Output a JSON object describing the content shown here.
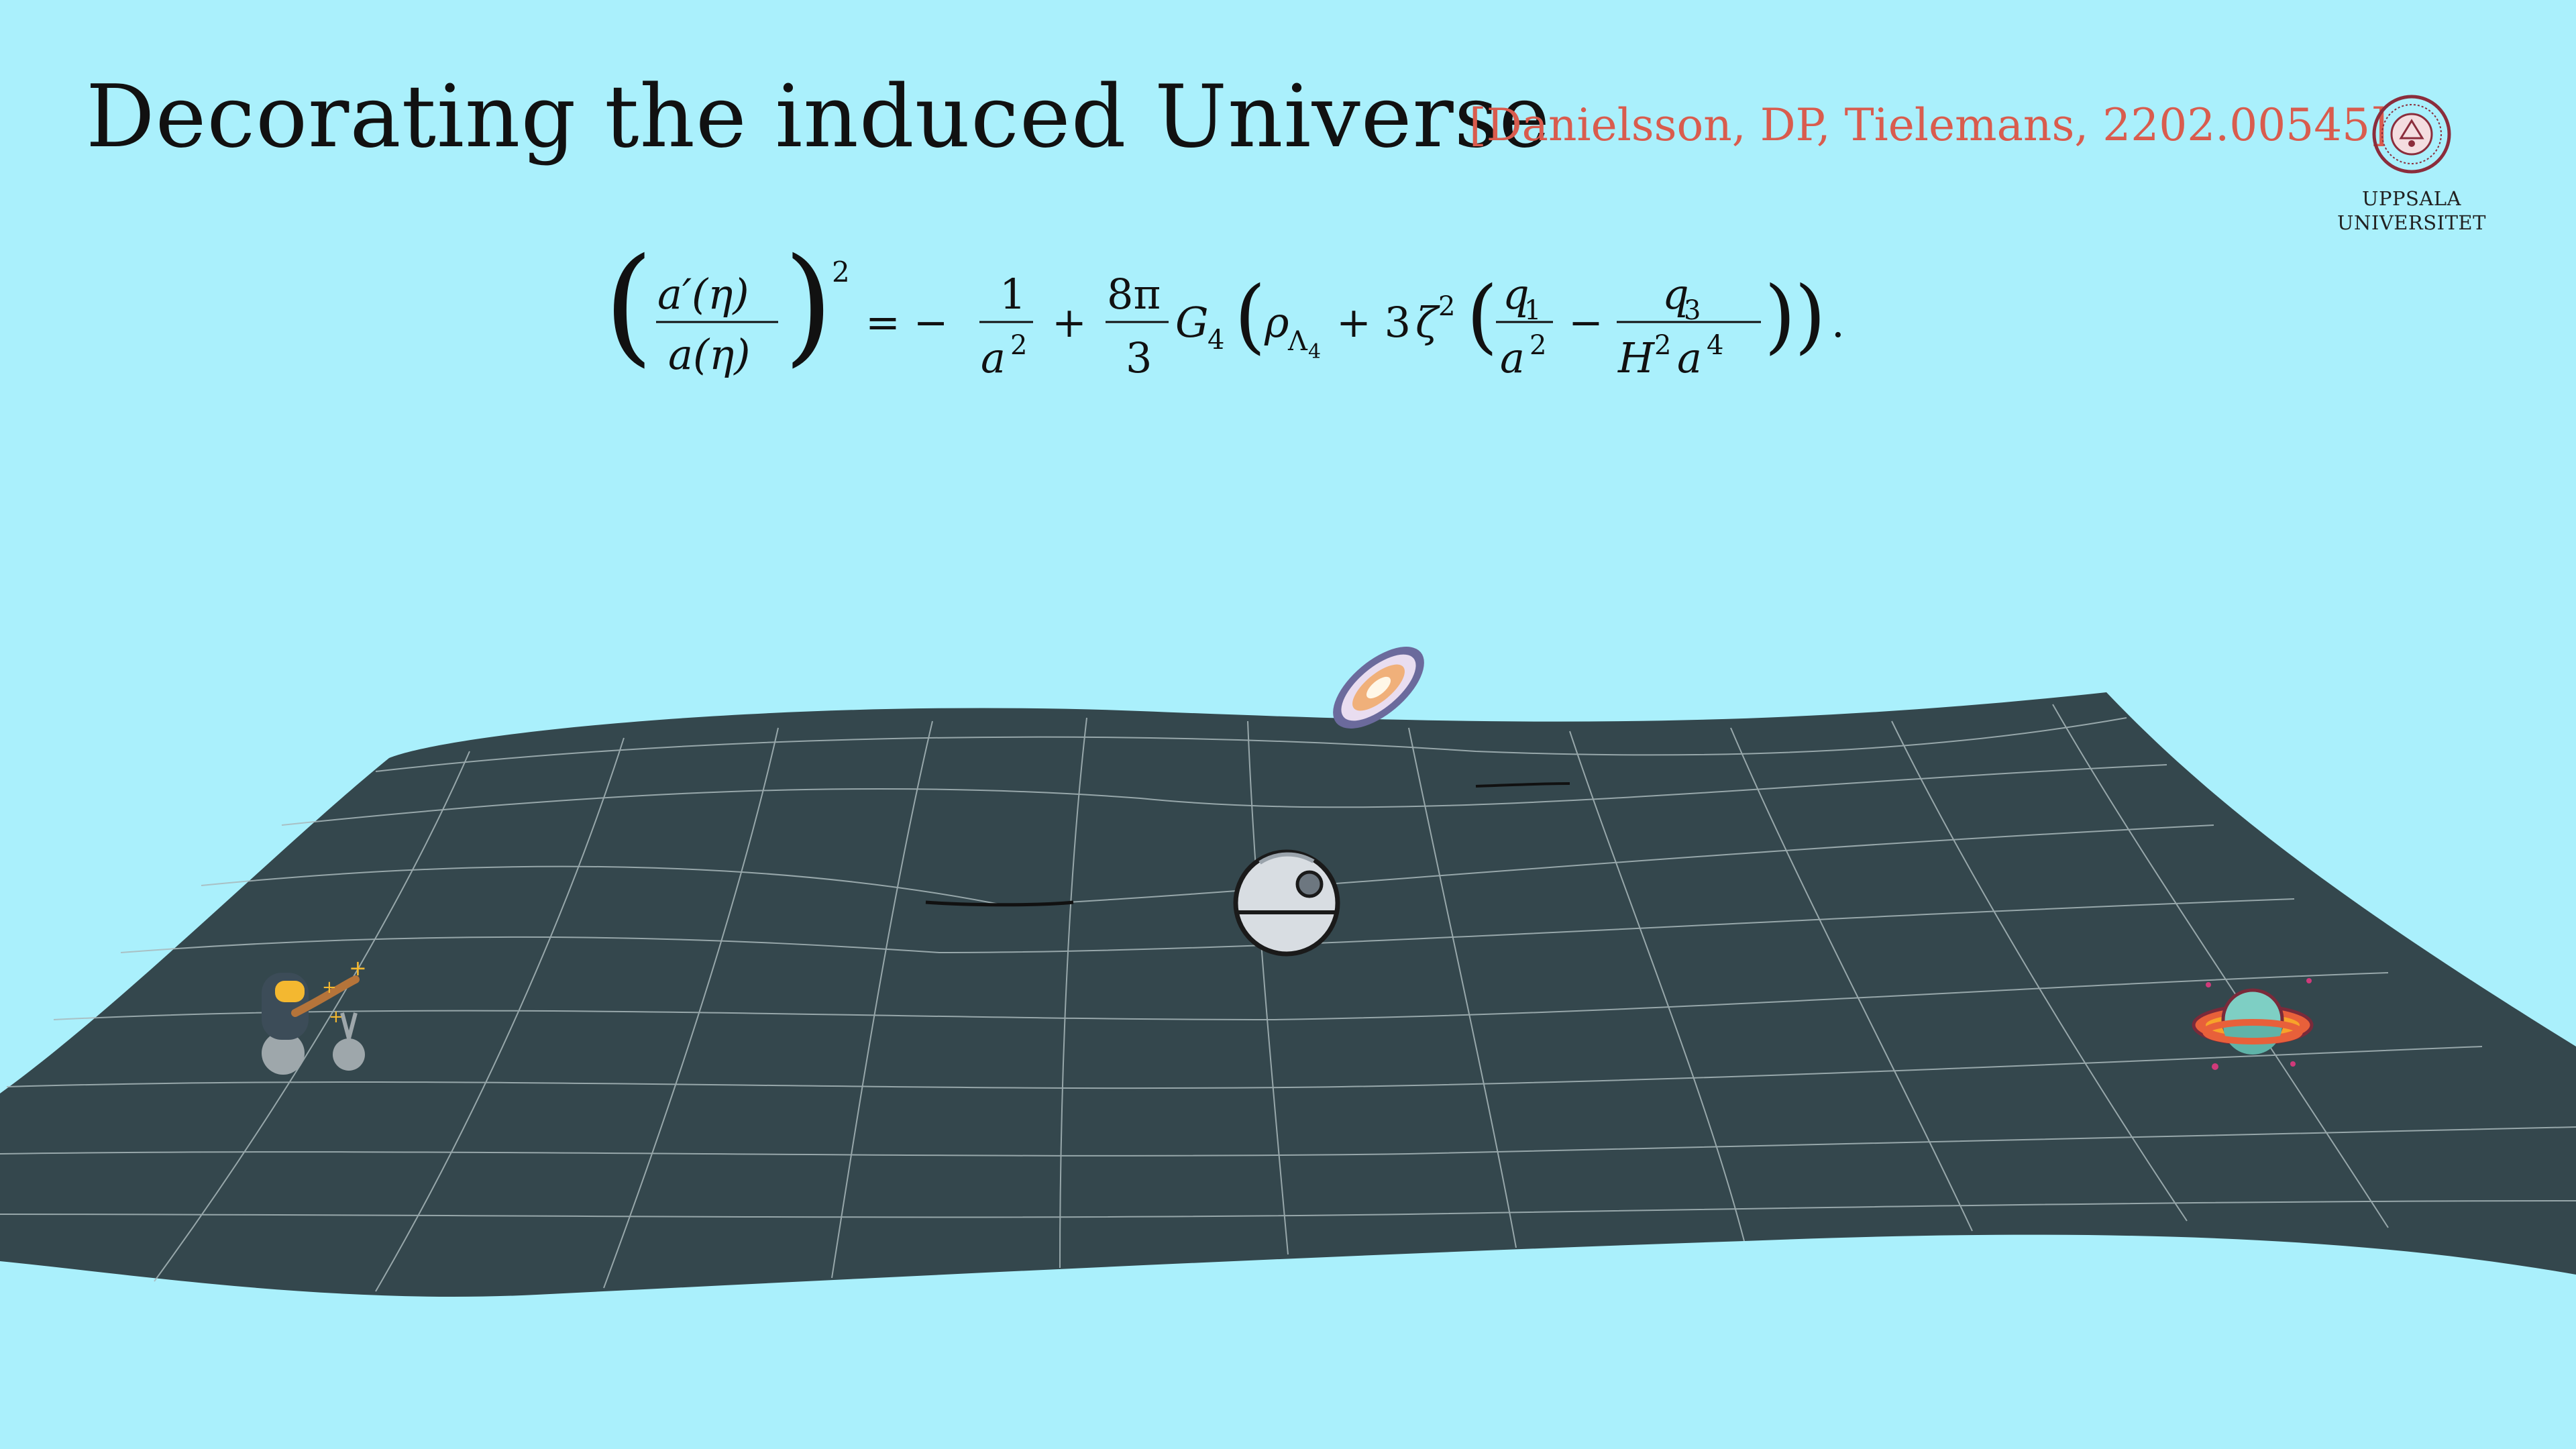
{
  "slide": {
    "title": "Decorating the induced Universe",
    "citation": "[Danielsson, DP, Tielemans, 2202.00545]",
    "citation_color": "#d95c4e",
    "background_color": "#aaf0fc"
  },
  "logo": {
    "line1": "UPPSALA",
    "line2": "UNIVERSITET",
    "seal_color": "#8b2d3c"
  },
  "equation": {
    "lhs_num": "a′(η)",
    "lhs_den": "a(η)",
    "lhs_exp": "2",
    "equals_minus": "= −",
    "f1_num": "1",
    "f1_den_base": "a",
    "f1_den_exp": "2",
    "plus": "+",
    "f2_num": "8π",
    "f2_den": "3",
    "G_base": "G",
    "G_sub": "4",
    "rho": "ρ",
    "rho_sub": "Λ",
    "rho_subsub": "4",
    "plus2": "+ 3",
    "zeta": "ζ",
    "zeta_exp": "2",
    "q1": "q",
    "q1_sub": "1",
    "f3_den_base": "a",
    "f3_den_exp": "2",
    "minus": "−",
    "q3": "q",
    "q3_sub": "3",
    "f4_den_H": "H",
    "f4_den_H_exp": "2",
    "f4_den_a": "a",
    "f4_den_a_exp": "4",
    "period": "."
  },
  "scene": {
    "surface_color": "#34474d",
    "grid_color": "#a9b8bb",
    "icons": [
      "galaxy-icon",
      "death-star-icon",
      "astronaut-wizard-icon",
      "ringed-planet-icon"
    ]
  }
}
